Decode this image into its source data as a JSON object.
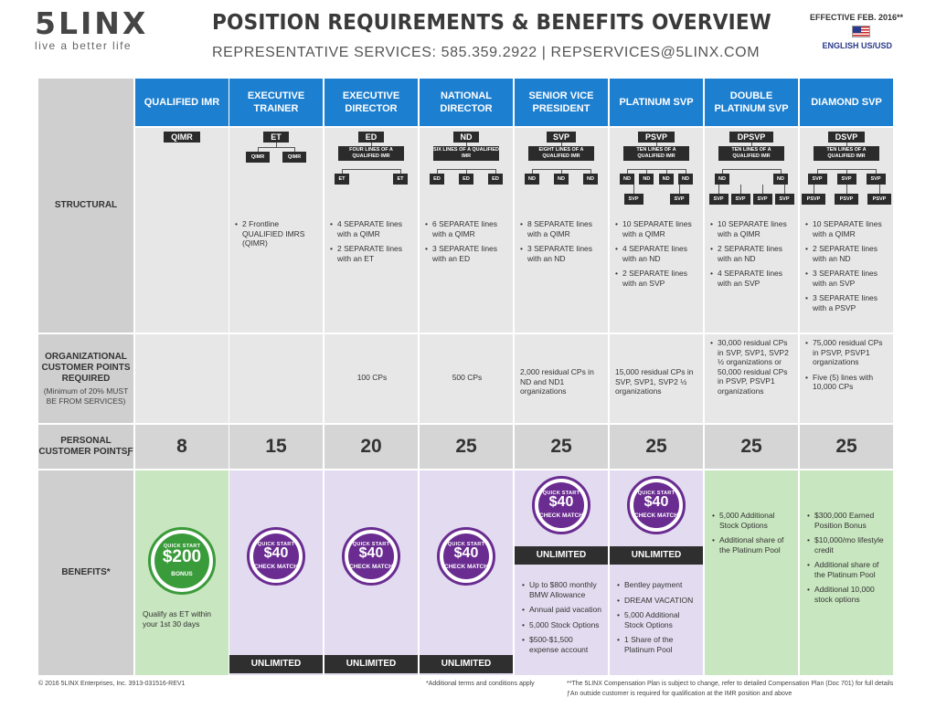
{
  "header": {
    "logo": "5LINX",
    "tagline": "live a better life",
    "title": "POSITION REQUIREMENTS & BENEFITS OVERVIEW",
    "subtitle": "REPRESENTATIVE SERVICES: 585.359.2922 | REPSERVICES@5LINX.COM",
    "effective": "EFFECTIVE FEB. 2016**",
    "language": "ENGLISH US/USD"
  },
  "row_labels": {
    "structural": "STRUCTURAL",
    "org_cp": "ORGANIZATIONAL CUSTOMER POINTS REQUIRED",
    "org_cp_note": "(Minimum of 20% MUST BE FROM SERVICES)",
    "personal_cp": "PERSONAL CUSTOMER POINTSƒ",
    "benefits": "BENEFITS*"
  },
  "columns": [
    {
      "name": "QUALIFIED IMR",
      "abbr": "QIMR",
      "structural": [],
      "org_cp": [],
      "personal_cp": "8",
      "badge": {
        "top": "QUICK START",
        "amount": "$200",
        "bottom": "BONUS"
      },
      "benefits": [],
      "benefit_text": "Qualify as ET within your 1st 30 days",
      "unlimited": ""
    },
    {
      "name": "EXECUTIVE TRAINER",
      "abbr": "ET",
      "diagram_sub": [
        "QIMR",
        "QIMR"
      ],
      "structural": [
        "2 Frontline QUALIFIED IMRS (QIMR)"
      ],
      "org_cp": [],
      "personal_cp": "15",
      "badge": {
        "top": "QUICK START",
        "amount": "$40",
        "bottom": "CHECK MATCH"
      },
      "benefits": [],
      "unlimited": "UNLIMITED"
    },
    {
      "name": "EXECUTIVE DIRECTOR",
      "abbr": "ED",
      "diagram_box": "FOUR LINES OF A QUALIFIED IMR",
      "diagram_sub": [
        "ET",
        "ET"
      ],
      "structural": [
        "4 SEPARATE lines with a QIMR",
        "2 SEPARATE lines with an ET"
      ],
      "org_cp": [
        "100 CPs"
      ],
      "personal_cp": "20",
      "badge": {
        "top": "QUICK START",
        "amount": "$40",
        "bottom": "CHECK MATCH"
      },
      "benefits": [],
      "unlimited": "UNLIMITED"
    },
    {
      "name": "NATIONAL DIRECTOR",
      "abbr": "ND",
      "diagram_box": "SIX LINES OF A QUALIFIED IMR",
      "diagram_sub": [
        "ED",
        "ED",
        "ED"
      ],
      "structural": [
        "6 SEPARATE lines with a QIMR",
        "3 SEPARATE lines with an ED"
      ],
      "org_cp": [
        "500 CPs"
      ],
      "personal_cp": "25",
      "badge": {
        "top": "QUICK START",
        "amount": "$40",
        "bottom": "CHECK MATCH"
      },
      "benefits": [],
      "unlimited": "UNLIMITED"
    },
    {
      "name": "SENIOR VICE PRESIDENT",
      "abbr": "SVP",
      "diagram_box": "EIGHT LINES OF A QUALIFIED IMR",
      "diagram_sub": [
        "ND",
        "ND",
        "ND"
      ],
      "structural": [
        "8 SEPARATE lines with a QIMR",
        "3 SEPARATE lines with an ND"
      ],
      "org_cp": [
        "2,000 residual CPs in ND and ND1 organizations"
      ],
      "personal_cp": "25",
      "badge": {
        "top": "QUICK START",
        "amount": "$40",
        "bottom": "CHECK MATCH"
      },
      "benefits": [
        "Up to $800 monthly BMW Allowance",
        "Annual paid vacation",
        "5,000 Stock Options",
        "$500-$1,500 expense account"
      ],
      "unlimited": "UNLIMITED"
    },
    {
      "name": "PLATINUM SVP",
      "abbr": "PSVP",
      "diagram_box": "TEN LINES OF A QUALIFIED IMR",
      "diagram_sub": [
        "ND",
        "ND",
        "ND",
        "ND"
      ],
      "diagram_sub2": [
        "SVP",
        "SVP"
      ],
      "structural": [
        "10 SEPARATE lines with a QIMR",
        "4 SEPARATE lines with an ND",
        "2 SEPARATE lines with an SVP"
      ],
      "org_cp": [
        "15,000 residual CPs in SVP, SVP1, SVP2 ½ organizations"
      ],
      "personal_cp": "25",
      "badge": {
        "top": "QUICK START",
        "amount": "$40",
        "bottom": "CHECK MATCH"
      },
      "benefits": [
        "Bentley payment",
        "DREAM VACATION",
        "5,000 Additional Stock Options",
        "1 Share of the Platinum Pool"
      ],
      "unlimited": "UNLIMITED"
    },
    {
      "name": "DOUBLE PLATINUM SVP",
      "abbr": "DPSVP",
      "diagram_box": "TEN LINES OF A QUALIFIED IMR",
      "diagram_sub": [
        "ND",
        "ND"
      ],
      "diagram_sub2": [
        "SVP",
        "SVP",
        "SVP",
        "SVP"
      ],
      "structural": [
        "10 SEPARATE lines with a QIMR",
        "2 SEPARATE lines with an ND",
        "4 SEPARATE lines with an SVP"
      ],
      "org_cp": [
        "30,000 residual CPs in SVP, SVP1, SVP2 ½ organizations or 50,000 residual CPs in PSVP, PSVP1 organizations"
      ],
      "personal_cp": "25",
      "benefits": [
        "5,000 Additional Stock Options",
        "Additional share of the Platinum Pool"
      ],
      "unlimited": ""
    },
    {
      "name": "DIAMOND SVP",
      "abbr": "DSVP",
      "diagram_box": "TEN LINES OF A QUALIFIED IMR",
      "diagram_sub": [
        "SVP",
        "SVP",
        "SVP"
      ],
      "diagram_sub2": [
        "PSVP",
        "PSVP",
        "PSVP"
      ],
      "structural": [
        "10 SEPARATE lines with a QIMR",
        "2 SEPARATE lines with an ND",
        "3 SEPARATE lines with an SVP",
        "3 SEPARATE lines with a PSVP"
      ],
      "org_cp": [
        "75,000 residual CPs in PSVP, PSVP1 organizations",
        "Five (5) lines with 10,000 CPs"
      ],
      "personal_cp": "25",
      "benefits": [
        "$300,000 Earned Position Bonus",
        "$10,000/mo lifestyle credit",
        "Additional share of the Platinum Pool",
        "Additional 10,000 stock options"
      ],
      "unlimited": ""
    }
  ],
  "footer": {
    "copyright": "© 2016 5LINX Enterprises, Inc.   3913-031516-REV1",
    "terms": "*Additional terms and conditions apply",
    "plan_note": "**The 5LINX Compensation Plan is subject to change, refer to detailed Compensation Plan (Doc 701) for full details",
    "customer_note": "ƒAn outside customer is required for qualification at the IMR position and above"
  },
  "colors": {
    "header_blue": "#1d7fd0",
    "badge_purple": "#6a2c91",
    "badge_green": "#3a9b3a",
    "benefit_green": "#c8e6bf",
    "benefit_lilac": "#e3dcf0"
  }
}
